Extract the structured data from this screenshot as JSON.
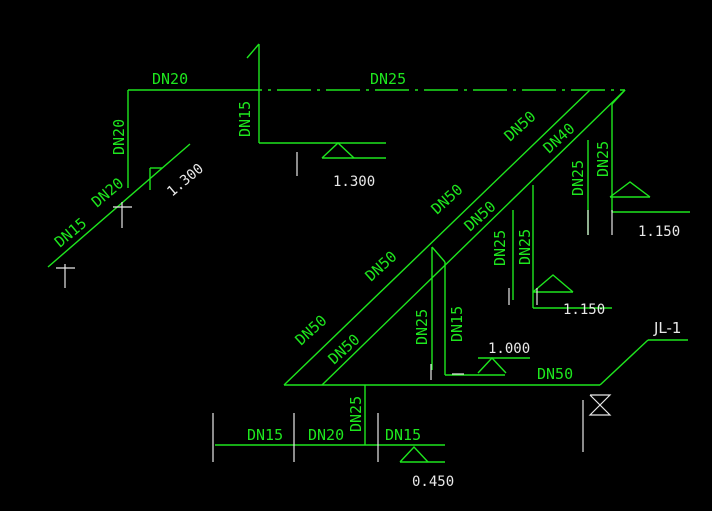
{
  "colors": {
    "background": "#000000",
    "pipe": "#1ee61e",
    "annotation": "#e8e8e8"
  },
  "riser_tag": "JL-1",
  "pipe_labels": {
    "top_h_left": "DN20",
    "top_h_right": "DN25",
    "top_left_vert": "DN20",
    "top_branch_riser": "DN15",
    "left_diag_upper": "DN20",
    "left_diag_lower": "DN15",
    "main_diag_1": "DN50",
    "main_diag_2": "DN50",
    "main_diag_3": "DN50",
    "main_diag_4": "DN50",
    "main_diag_5": "DN50",
    "upper_right_branch": "DN40",
    "right_riser_a": "DN25",
    "right_riser_b": "DN25",
    "mid_riser_a": "DN25",
    "mid_riser_b": "DN25",
    "mid_riser_c": "DN25",
    "mid_riser_d": "DN15",
    "inlet_main": "DN50",
    "bottom_riser": "DN25",
    "bottom_left": "DN15",
    "bottom_mid": "DN20",
    "bottom_right": "DN15"
  },
  "elevations": {
    "top_left": "1.300",
    "top_center": "1.300",
    "right_upper": "1.150",
    "right_lower": "1.150",
    "center": "1.000",
    "bottom": "0.450"
  }
}
